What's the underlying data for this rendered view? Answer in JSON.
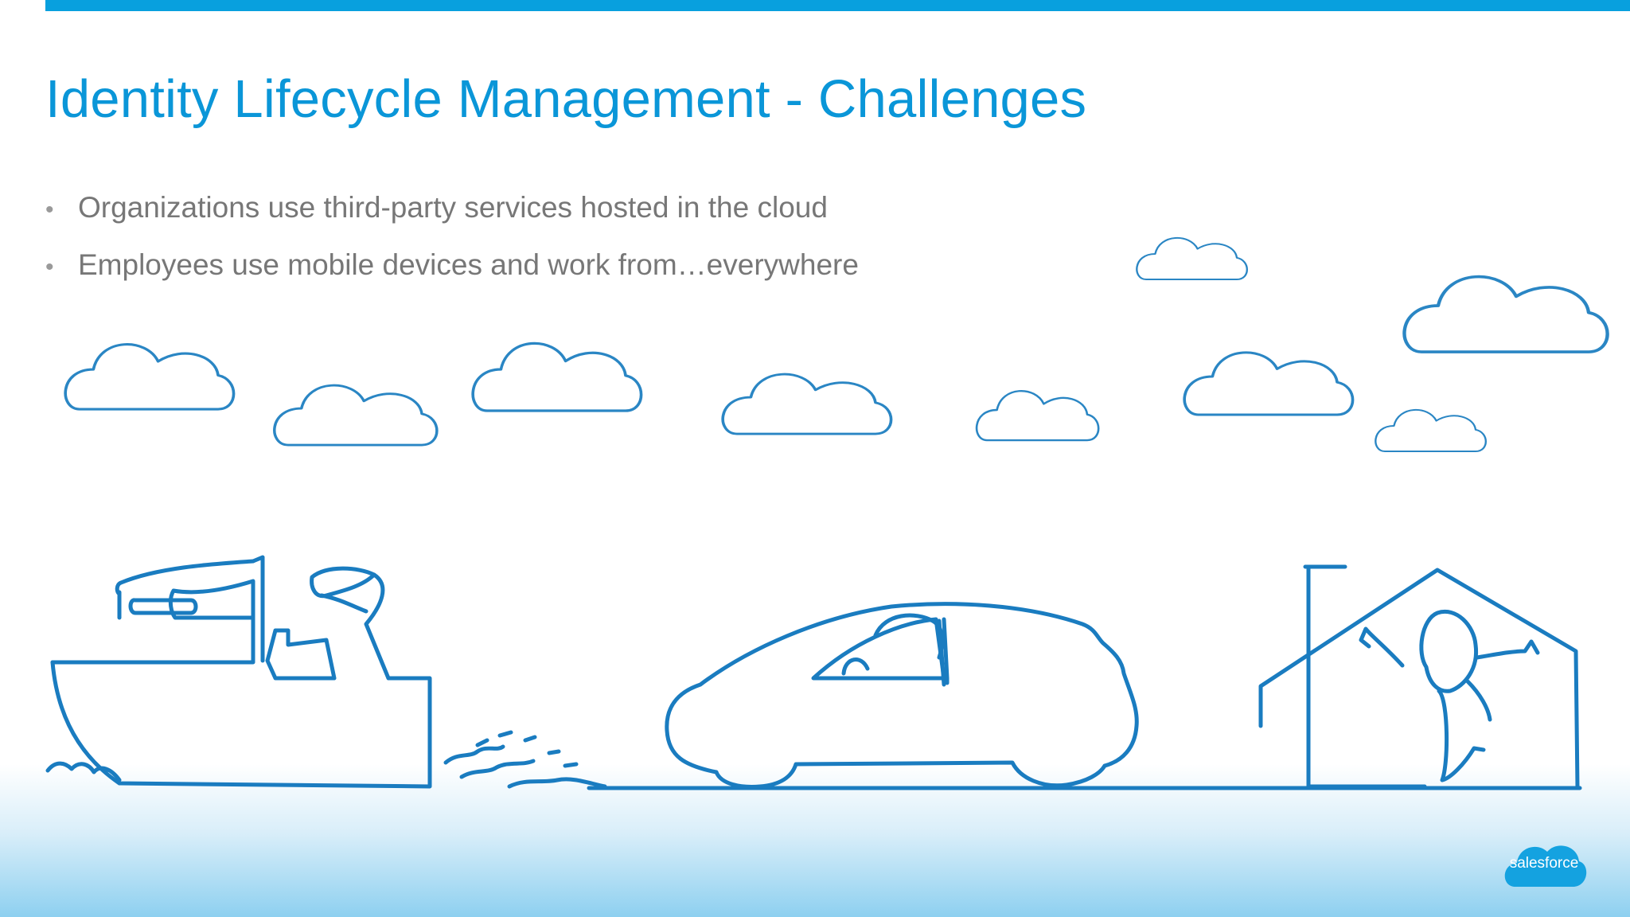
{
  "slide": {
    "title": "Identity Lifecycle Management - Challenges",
    "bullets": [
      "Organizations use third-party services hosted in the cloud",
      "Employees use mobile devices and work from…everywhere"
    ]
  },
  "brand": {
    "logo_text": "salesforce",
    "accent_color": "#08a0de",
    "illustration_color": "#1a7cc0"
  },
  "icons": {
    "cloud": "cloud-icon",
    "ship": "ship-icon",
    "car": "car-icon",
    "house": "house-icon"
  }
}
